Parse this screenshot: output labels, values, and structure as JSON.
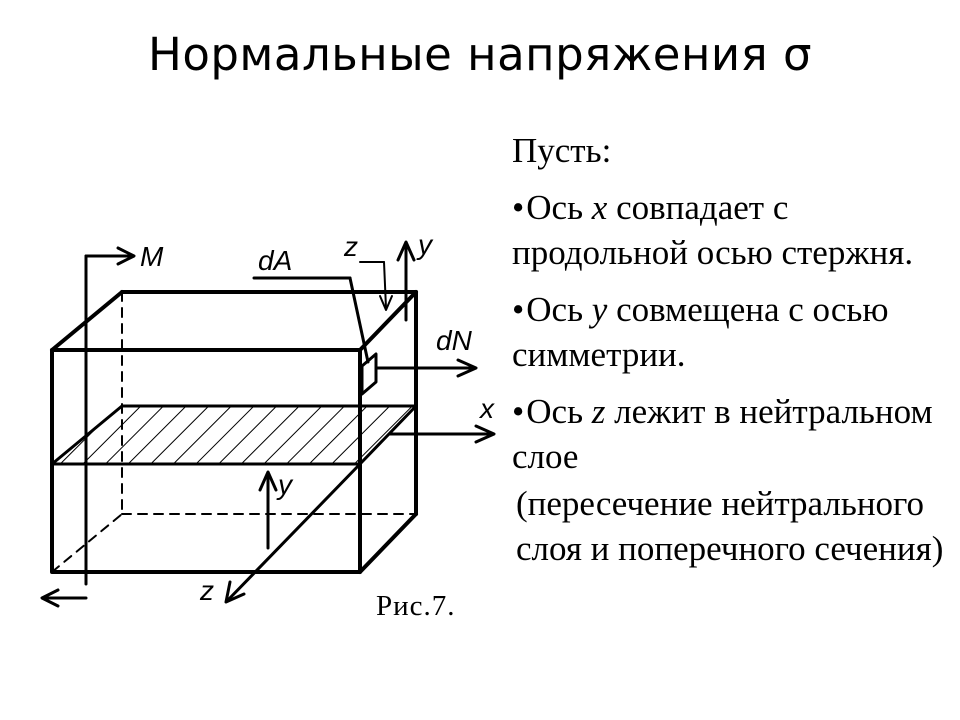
{
  "title": "Нормальные напряжения σ",
  "figure": {
    "caption": "Рис.7.",
    "labels": {
      "moment": "M",
      "area": "dA",
      "force": "dN",
      "axis_x": "x",
      "axis_y_top": "y",
      "axis_z_top": "z",
      "axis_y_bottom": "y",
      "axis_z_bottom": "z"
    }
  },
  "text": {
    "intro": "Пусть:",
    "bullets": [
      {
        "mark": "•",
        "before": "Ось ",
        "var": "x",
        "after": " совпадает с продольной осью стержня."
      },
      {
        "mark": "•",
        "before": "Ось ",
        "var": "y",
        "after": " совмещена с осью симметрии."
      },
      {
        "mark": "•",
        "before": "Ось ",
        "var": "z",
        "after": " лежит в нейтральном слое"
      }
    ],
    "note": "(пересечение нейтрального слоя и поперечного сечения)"
  }
}
